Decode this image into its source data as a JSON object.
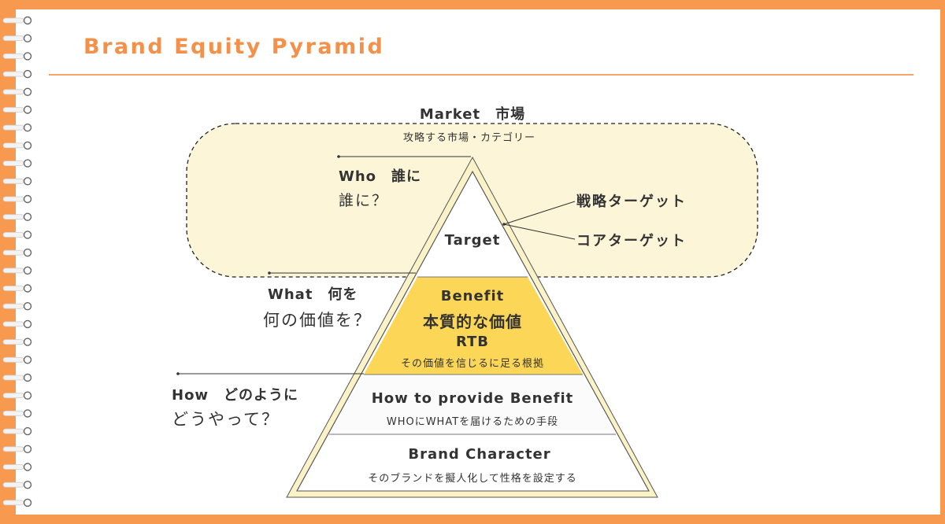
{
  "title": "Brand Equity Pyramid",
  "market": {
    "heading": "Market　市場",
    "sub": "攻略する市場・カテゴリー"
  },
  "questions": {
    "who": {
      "heading": "Who　誰に",
      "sub": "誰に？"
    },
    "what": {
      "heading": "What　何を",
      "sub": "何の価値を？"
    },
    "how": {
      "heading": "How　どのように",
      "sub": "どうやって？"
    }
  },
  "targets": {
    "strategic": "戦略ターゲット",
    "core": "コアターゲット"
  },
  "pyramid": {
    "target": "Target",
    "benefit": {
      "label": "Benefit",
      "jp": "本質的な価値",
      "rtb": "RTB",
      "rtb_sub": "その価値を信じるに足る根拠"
    },
    "how_to": {
      "label": "How to provide Benefit",
      "sub": "WHOにWHATを届けるための手段"
    },
    "character": {
      "label": "Brand Character",
      "sub": "そのブランドを擬人化して性格を設定する"
    }
  },
  "colors": {
    "frame": "#f79a4f",
    "accent": "#f3914a",
    "market_fill": "#fdf5d8",
    "benefit_fill": "#fbd657",
    "pyramid_outline": "#f3e6b0"
  }
}
